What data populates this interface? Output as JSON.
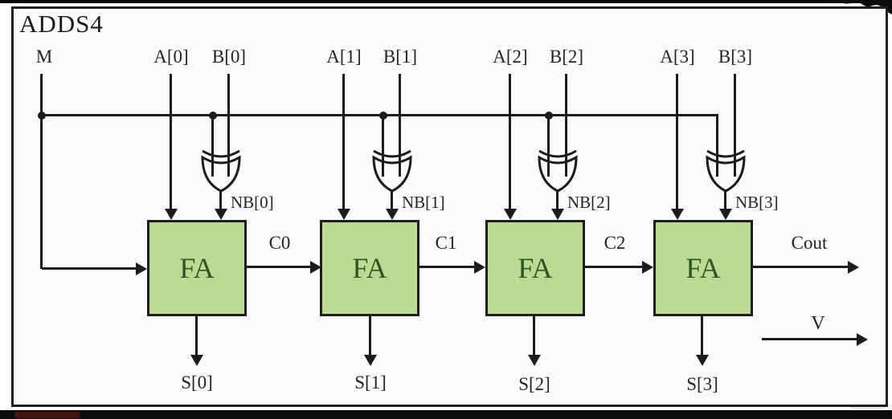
{
  "diagram": {
    "title": "ADDS4",
    "mode_input": "M",
    "overflow_output": "V",
    "colors": {
      "fa_fill": "#bcda92",
      "fa_text": "#2f5527",
      "wire": "#1c1c1c"
    },
    "stages": [
      {
        "a": "A[0]",
        "b": "B[0]",
        "nb": "NB[0]",
        "fa": "FA",
        "carry": "C0",
        "sum": "S[0]"
      },
      {
        "a": "A[1]",
        "b": "B[1]",
        "nb": "NB[1]",
        "fa": "FA",
        "carry": "C1",
        "sum": "S[1]"
      },
      {
        "a": "A[2]",
        "b": "B[2]",
        "nb": "NB[2]",
        "fa": "FA",
        "carry": "C2",
        "sum": "S[2]"
      },
      {
        "a": "A[3]",
        "b": "B[3]",
        "nb": "NB[3]",
        "fa": "FA",
        "carry": "Cout",
        "sum": "S[3]"
      }
    ]
  }
}
